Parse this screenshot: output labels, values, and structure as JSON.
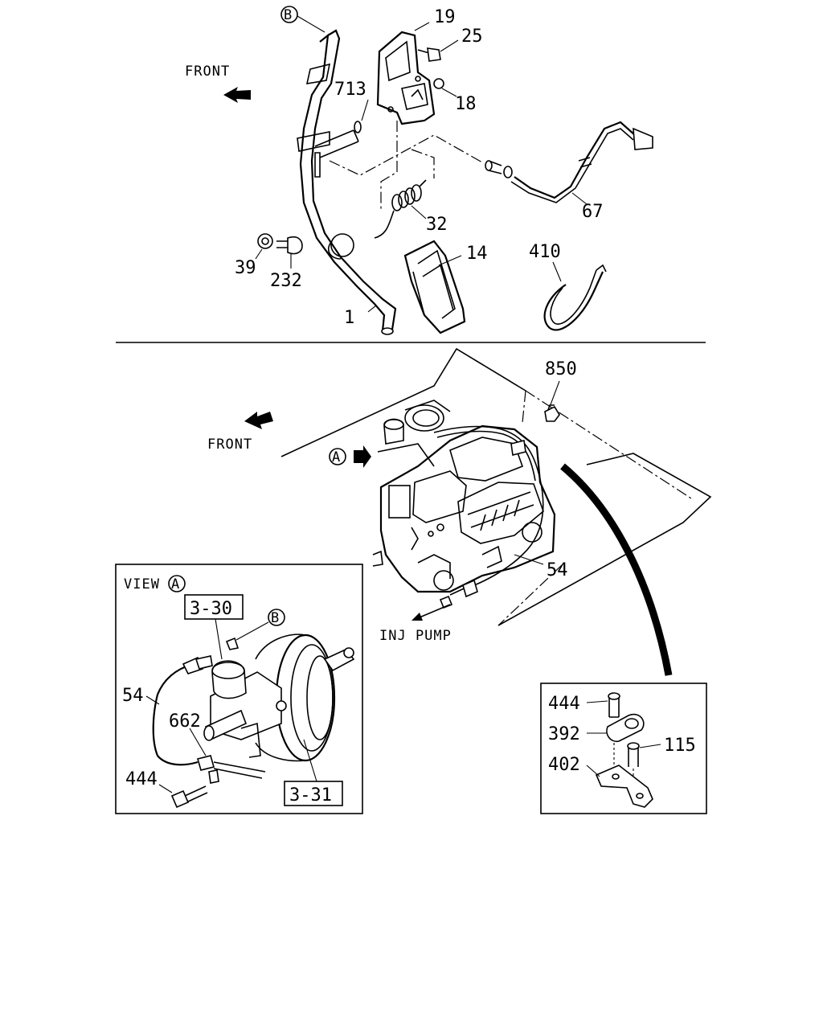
{
  "top_view": {
    "front_label": "FRONT",
    "callout_b": "B",
    "parts": {
      "p19": "19",
      "p25": "25",
      "p713": "713",
      "p18": "18",
      "p67": "67",
      "p32": "32",
      "p39": "39",
      "p232": "232",
      "p14": "14",
      "p410": "410",
      "p1": "1"
    }
  },
  "engine_view": {
    "front_label": "FRONT",
    "callout_a": "A",
    "part_850": "850",
    "part_54": "54",
    "inj_pump_label": "INJ PUMP"
  },
  "view_a_inset": {
    "title": "VIEW",
    "title_callout": "A",
    "ref_3_30": "3-30",
    "callout_b": "B",
    "part_54": "54",
    "part_662": "662",
    "part_444": "444",
    "ref_3_31": "3-31"
  },
  "bracket_inset": {
    "part_444": "444",
    "part_392": "392",
    "part_115": "115",
    "part_402": "402"
  }
}
